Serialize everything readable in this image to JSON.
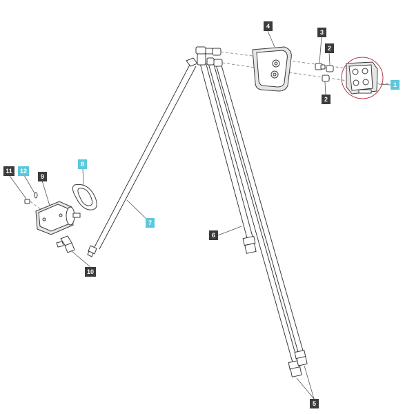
{
  "colors": {
    "callout_default": "#3b3b3b",
    "callout_highlight": "#5bc8dc",
    "line": "#3a3a3a",
    "circle_highlight": "#b03a48"
  },
  "callouts": [
    {
      "id": "c1",
      "label": "1",
      "highlight": true
    },
    {
      "id": "c2a",
      "label": "2",
      "highlight": false
    },
    {
      "id": "c2b",
      "label": "2",
      "highlight": false
    },
    {
      "id": "c3",
      "label": "3",
      "highlight": false
    },
    {
      "id": "c4",
      "label": "4",
      "highlight": false
    },
    {
      "id": "c5",
      "label": "5",
      "highlight": false
    },
    {
      "id": "c6",
      "label": "6",
      "highlight": false
    },
    {
      "id": "c7",
      "label": "7",
      "highlight": true
    },
    {
      "id": "c8",
      "label": "8",
      "highlight": true
    },
    {
      "id": "c9",
      "label": "9",
      "highlight": false
    },
    {
      "id": "c10",
      "label": "10",
      "highlight": false
    },
    {
      "id": "c11",
      "label": "11",
      "highlight": false
    },
    {
      "id": "c12",
      "label": "12",
      "highlight": true
    }
  ]
}
